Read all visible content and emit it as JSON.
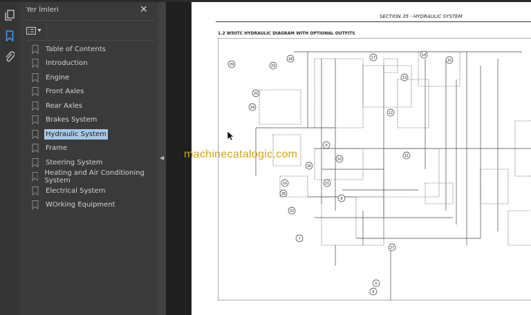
{
  "panel": {
    "title": "Yer İmleri",
    "close_icon": "close-icon",
    "options_icon": "list-options-icon"
  },
  "rail": {
    "icons": [
      "pages-icon",
      "bookmark-icon",
      "attachment-icon"
    ],
    "active": "bookmark-icon",
    "accent": "#3a9bf0"
  },
  "bookmarks": [
    {
      "label": "Table of Contents"
    },
    {
      "label": "Introduction"
    },
    {
      "label": "Engine"
    },
    {
      "label": "Front Axles"
    },
    {
      "label": "Rear Axles"
    },
    {
      "label": "Brakes System"
    },
    {
      "label": "Hydraulic System",
      "selected": true
    },
    {
      "label": "Frame"
    },
    {
      "label": "Steering System"
    },
    {
      "label": "Heating and Air Conditioning System"
    },
    {
      "label": "Electrical System"
    },
    {
      "label": "WOrking Equipment"
    }
  ],
  "document": {
    "section": "SECTION 35 - HYDRAULIC SYSTEM",
    "heading": "1.2   W50TC HYDRAULIC DIAGRAM WITH OPTIONAL OUTFITS",
    "callouts": [
      "29",
      "23",
      "18",
      "17",
      "14",
      "15",
      "13",
      "25",
      "24",
      "12",
      "9",
      "10",
      "11",
      "26",
      "21",
      "16",
      "28",
      "22",
      "8",
      "7",
      "27",
      "5",
      "6"
    ],
    "watermark": "machinecatalogic.com",
    "watermark_color": "#d4a410"
  }
}
